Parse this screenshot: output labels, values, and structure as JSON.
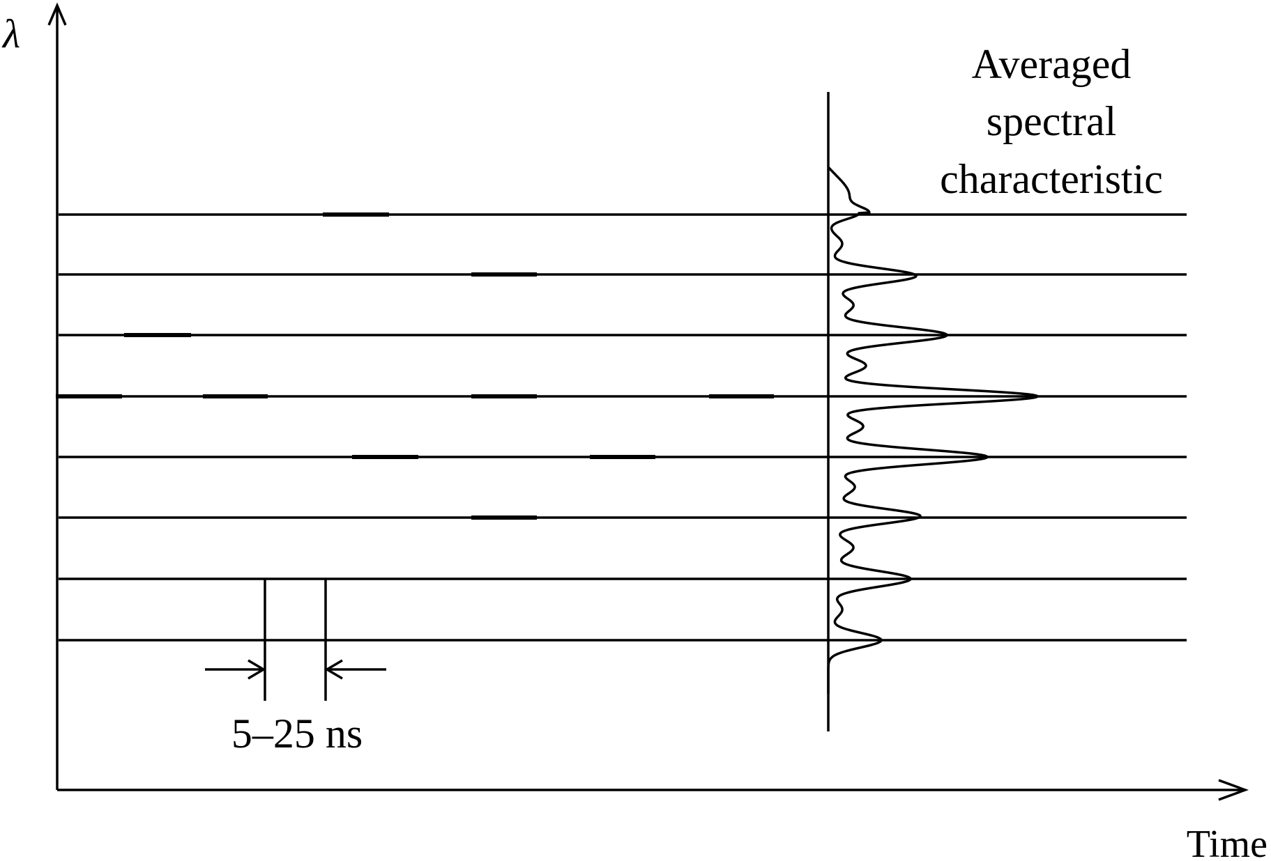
{
  "diagram": {
    "y_axis_label": "λ",
    "x_axis_label": "Time",
    "annotation": {
      "line1": "Averaged",
      "line2": "spectral",
      "line3": "characteristic"
    },
    "interval_label": "5–25 ns",
    "wavelength_levels": 8,
    "colors": {
      "stroke": "#000000",
      "background": "#ffffff"
    }
  }
}
